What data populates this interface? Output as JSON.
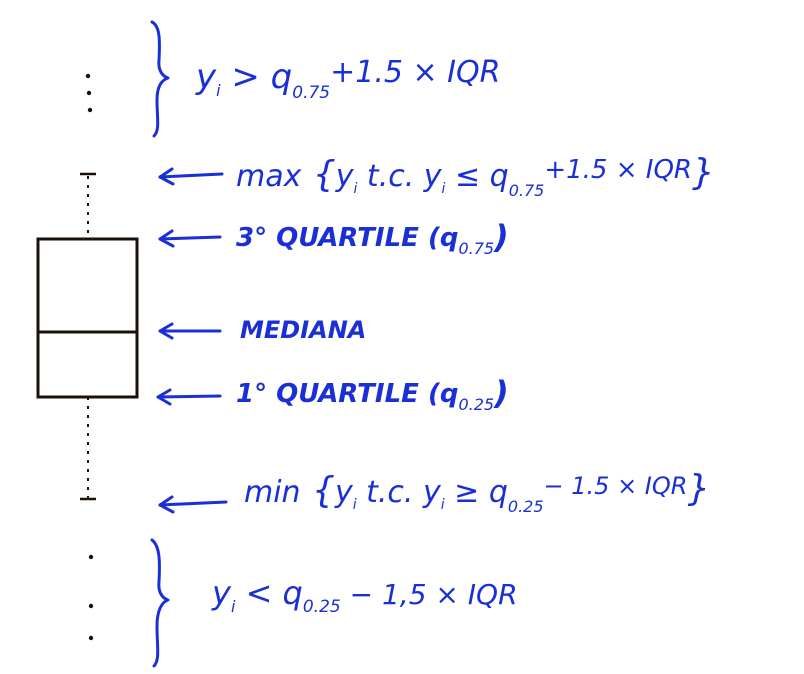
{
  "ink_color": "#1a2fd6",
  "box_color": "#1a1208",
  "annotations": {
    "upper_outliers": {
      "lead": "y",
      "sub_i": "i",
      "op": " > q",
      "q_sub": "0.75",
      "tail": "+1.5 × IQR"
    },
    "max_whisker": {
      "prefix": "max",
      "lead": "y",
      "sub_i": "i",
      "mid": " t.c.  y",
      "sub_i2": "i",
      "op": " ≤ q",
      "q_sub": "0.75",
      "tail": "+1.5 × IQR"
    },
    "third_quartile": {
      "label": "3° QUARTILE (q",
      "q_sub": "0.75",
      "close": ")"
    },
    "median": {
      "label": "MEDIANA"
    },
    "first_quartile": {
      "label": "1° QUARTILE (q",
      "q_sub": "0.25",
      "close": ")"
    },
    "min_whisker": {
      "prefix": "min",
      "lead": "y",
      "sub_i": "i",
      "mid": " t.c.  y",
      "sub_i2": "i",
      "op": " ≥ q",
      "q_sub": "0.25",
      "tail": "− 1.5 × IQR"
    },
    "lower_outliers": {
      "lead": "y",
      "sub_i": "i",
      "op": " < q",
      "q_sub": "0.25",
      "tail": " − 1,5 × IQR"
    }
  }
}
